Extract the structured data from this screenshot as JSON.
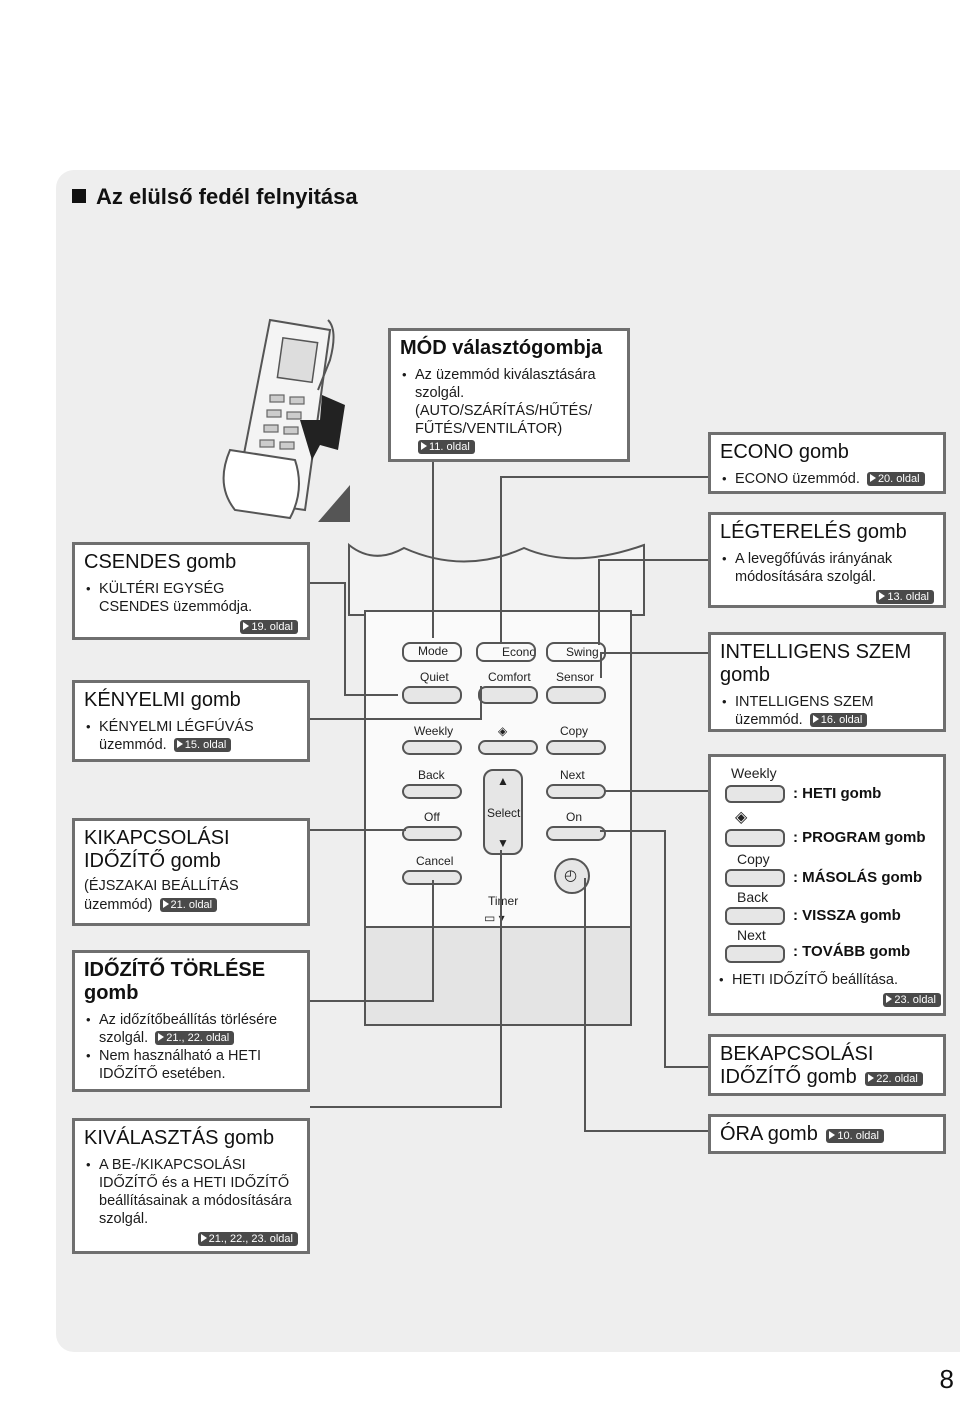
{
  "section": {
    "title": "Az elülső fedél felnyitása"
  },
  "mode": {
    "title": "MÓD választógombja",
    "bullet": "Az üzemmód kiválasztására szolgál. (AUTO/SZÁRÍTÁS/HŰTÉS/ FŰTÉS/VENTILÁTOR)",
    "ref": "11. oldal"
  },
  "econo": {
    "title": "ECONO gomb",
    "bullet": "ECONO üzemmód.",
    "ref": "20. oldal"
  },
  "swing": {
    "title": "LÉGTERELÉS gomb",
    "bullet": "A levegőfúvás irányának módosítására szolgál.",
    "ref": "13. oldal"
  },
  "sensor": {
    "title": "INTELLIGENS SZEM gomb",
    "bullet": "INTELLIGENS SZEM üzemmód.",
    "ref": "16. oldal"
  },
  "quiet": {
    "title": "CSENDES gomb",
    "bullet": "KÜLTÉRI EGYSÉG CSENDES üzemmódja.",
    "ref": "19. oldal"
  },
  "comfort": {
    "title": "KÉNYELMI gomb",
    "bullet": "KÉNYELMI LÉGFÚVÁS üzemmód.",
    "ref": "15. oldal"
  },
  "off_timer": {
    "title": "KIKAPCSOLÁSI IDŐZÍTŐ gomb",
    "sub": "(ÉJSZAKAI BEÁLLÍTÁS üzemmód)",
    "ref": "21. oldal"
  },
  "cancel_timer": {
    "title": "IDŐZÍTŐ TÖRLÉSE gomb",
    "bullet1": "Az időzítőbeállítás törlésére szolgál.",
    "ref1": "21., 22. oldal",
    "bullet2": "Nem használható a HETI IDŐZÍTŐ esetében."
  },
  "select": {
    "title": "KIVÁLASZTÁS gomb",
    "bullet": "A BE-/KIKAPCSOLÁSI IDŐZÍTŐ és a HETI IDŐZÍTŐ beállításainak a módosítására szolgál.",
    "ref": "21., 22., 23. oldal"
  },
  "weekly": {
    "lbl_weekly": "Weekly",
    "txt_weekly": ": HETI gomb",
    "txt_program": ": PROGRAM gomb",
    "lbl_copy": "Copy",
    "txt_copy": ": MÁSOLÁS gomb",
    "lbl_back": "Back",
    "txt_back": ": VISSZA gomb",
    "lbl_next": "Next",
    "txt_next": ": TOVÁBB gomb",
    "bullet": "HETI IDŐZÍTŐ beállítása.",
    "ref": "23. oldal"
  },
  "on_timer": {
    "title": "BEKAPCSOLÁSI IDŐZÍTŐ gomb",
    "ref": "22. oldal"
  },
  "clock": {
    "title": "ÓRA gomb",
    "ref": "10. oldal"
  },
  "remote": {
    "mode": "Mode",
    "econo": "Econo",
    "swing": "Swing",
    "quiet": "Quiet",
    "comfort": "Comfort",
    "sensor": "Sensor",
    "weekly": "Weekly",
    "copy": "Copy",
    "back": "Back",
    "select": "Select",
    "next": "Next",
    "off": "Off",
    "on": "On",
    "cancel": "Cancel",
    "timer": "Timer"
  },
  "page_number": "8"
}
